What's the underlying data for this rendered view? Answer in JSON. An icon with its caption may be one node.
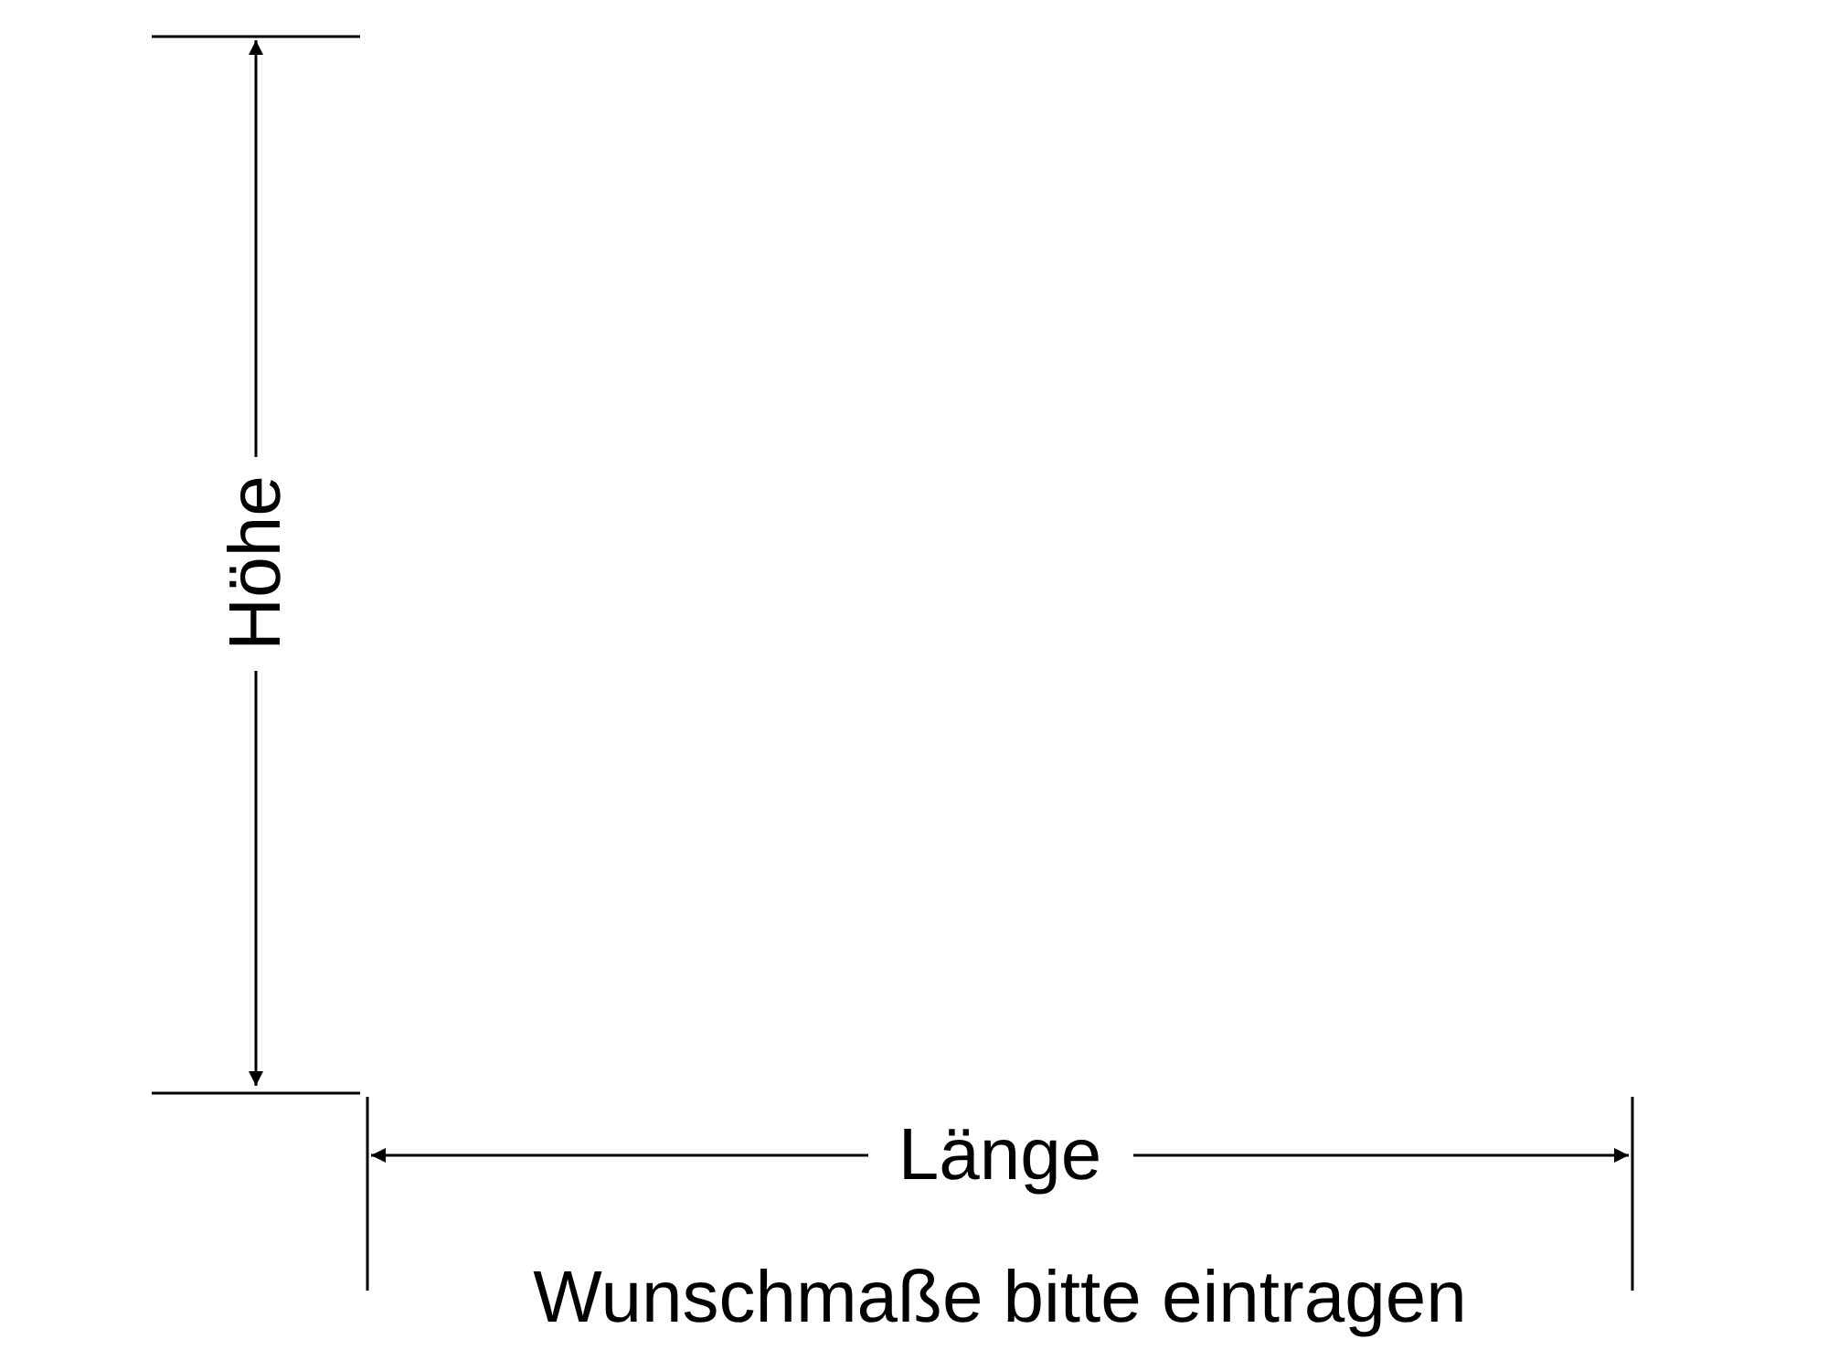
{
  "diagram": {
    "labels": [
      "Höhe",
      "Länge",
      "Wunschmaße bitte eintragen"
    ]
  }
}
